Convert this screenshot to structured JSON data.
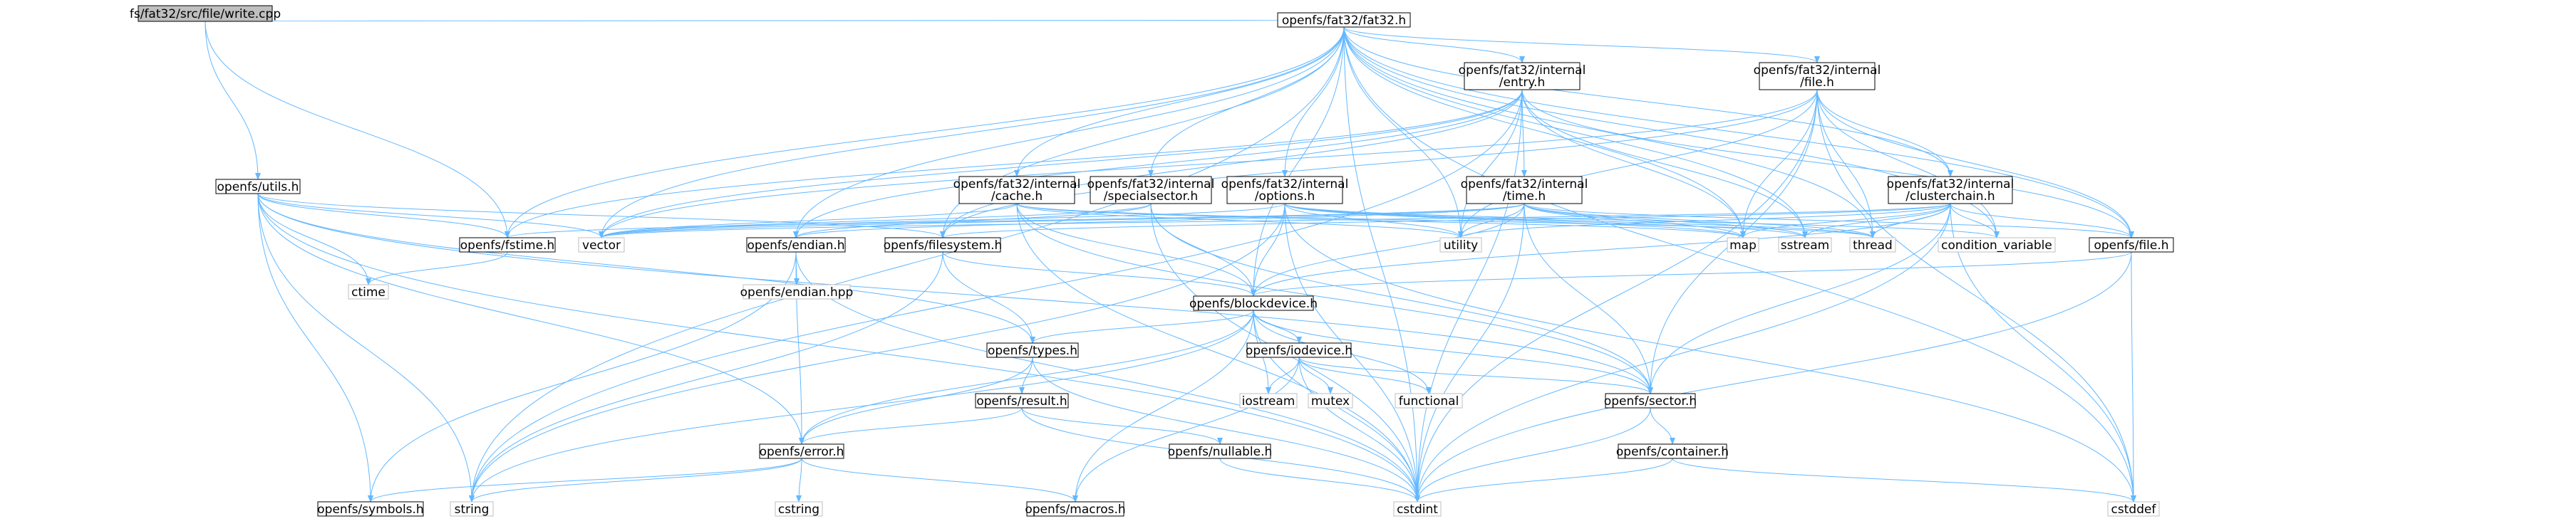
{
  "colors": {
    "background": "#ffffff",
    "edge": "#63b8ff",
    "node_border": "#000000",
    "node_border_external": "#bfbfbf",
    "root_fill": "#bfbfbf"
  },
  "nodes": {
    "write_cpp": "fs/fat32/src/file/write.cpp",
    "fat32_h": "openfs/fat32/fat32.h",
    "utils_h": "openfs/utils.h",
    "entry_h": [
      "openfs/fat32/internal",
      "/entry.h"
    ],
    "file_internal_h": [
      "openfs/fat32/internal",
      "/file.h"
    ],
    "cache_h": [
      "openfs/fat32/internal",
      "/cache.h"
    ],
    "specialsector_h": [
      "openfs/fat32/internal",
      "/specialsector.h"
    ],
    "options_h": [
      "openfs/fat32/internal",
      "/options.h"
    ],
    "time_h": [
      "openfs/fat32/internal",
      "/time.h"
    ],
    "clusterchain_h": [
      "openfs/fat32/internal",
      "/clusterchain.h"
    ],
    "fstime_h": "openfs/fstime.h",
    "endian_h": "openfs/endian.h",
    "filesystem_h": "openfs/filesystem.h",
    "file_h": "openfs/file.h",
    "blockdevice_h": "openfs/blockdevice.h",
    "types_h": "openfs/types.h",
    "iodevice_h": "openfs/iodevice.h",
    "sector_h": "openfs/sector.h",
    "result_h": "openfs/result.h",
    "error_h": "openfs/error.h",
    "nullable_h": "openfs/nullable.h",
    "container_h": "openfs/container.h",
    "symbols_h": "openfs/symbols.h",
    "macros_h": "openfs/macros.h",
    "endian_hpp": "openfs/endian.hpp",
    "vector": "vector",
    "utility": "utility",
    "map": "map",
    "sstream": "sstream",
    "thread": "thread",
    "condition_variable": "condition_variable",
    "ctime": "ctime",
    "string": "string",
    "cstdint": "cstdint",
    "cstddef": "cstddef",
    "cstring": "cstring",
    "iostream": "iostream",
    "mutex": "mutex",
    "functional": "functional"
  }
}
